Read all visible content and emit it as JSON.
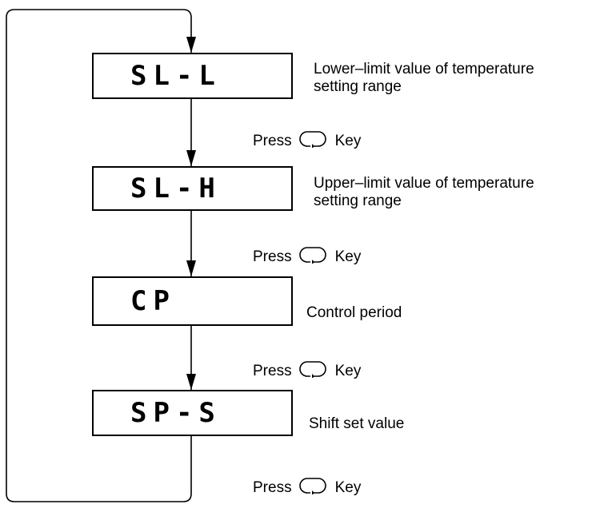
{
  "steps": [
    {
      "display": "SL-L",
      "description_lines": [
        "Lower–limit value of temperature",
        "setting range"
      ]
    },
    {
      "display": "SL-H",
      "description_lines": [
        "Upper–limit value of temperature",
        "setting range"
      ]
    },
    {
      "display": "CP",
      "description_lines": [
        "Control period"
      ]
    },
    {
      "display": "SP-S",
      "description_lines": [
        "Shift set value"
      ]
    }
  ],
  "press_rows": [
    {
      "press": "Press",
      "key": "Key"
    },
    {
      "press": "Press",
      "key": "Key"
    },
    {
      "press": "Press",
      "key": "Key"
    },
    {
      "press": "Press",
      "key": "Key"
    }
  ],
  "icons": {
    "key": "mode-key-icon"
  }
}
